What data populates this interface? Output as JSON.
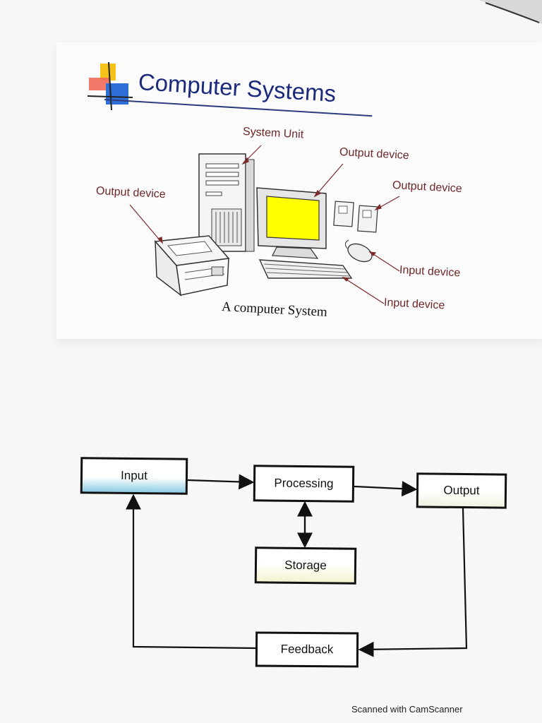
{
  "slide": {
    "title": "Computer Systems",
    "caption": "A computer System",
    "labels": {
      "system_unit": "System Unit",
      "output_device_monitor": "Output device",
      "output_device_speakers": "Output device",
      "output_device_printer": "Output device",
      "input_device_mouse": "Input device",
      "input_device_keyboard": "Input device"
    },
    "colors": {
      "title": "#1b2a7a",
      "callout": "#6e2828",
      "screen": "#ffff00"
    }
  },
  "flowchart": {
    "input": "Input",
    "processing": "Processing",
    "output": "Output",
    "storage": "Storage",
    "feedback": "Feedback"
  },
  "watermark": "Scanned with CamScanner"
}
